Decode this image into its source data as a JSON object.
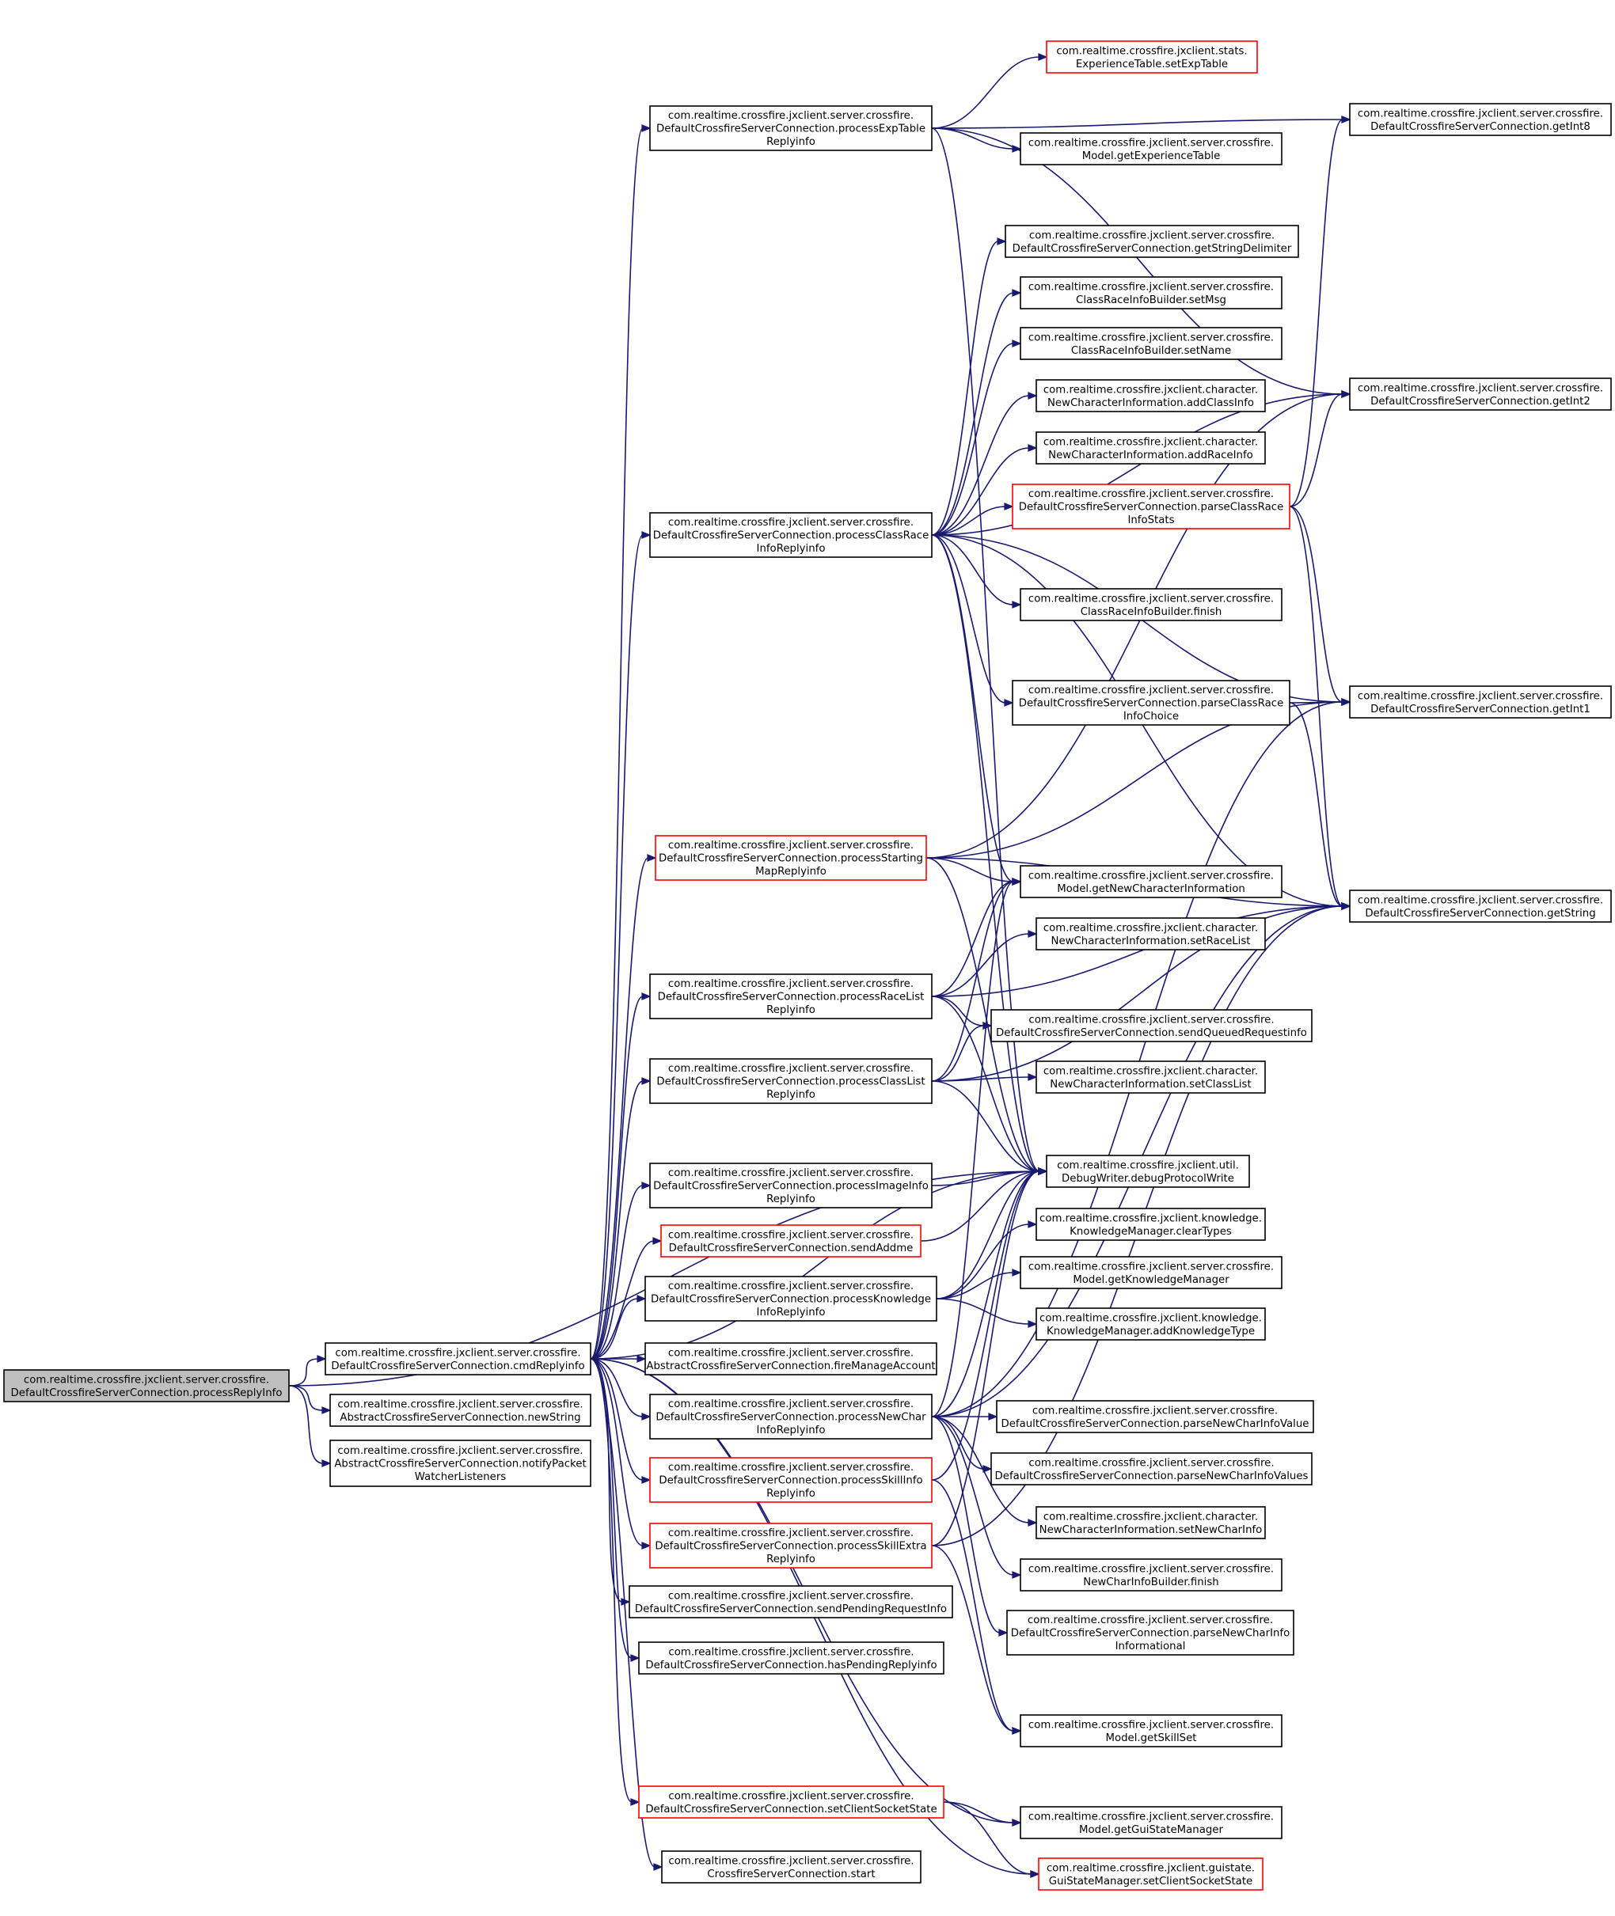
{
  "colors": {
    "edge": "#191970",
    "border_normal": "#000000",
    "border_truncated": "#ff0000",
    "root_fill": "#bfbfbf",
    "node_fill": "#ffffff"
  },
  "nodes": [
    {
      "id": "root",
      "lines": [
        "com.realtime.crossfire.jxclient.server.crossfire.",
        "DefaultCrossfireServerConnection.processReplyInfo"
      ],
      "style": "root"
    },
    {
      "id": "cmd",
      "lines": [
        "com.realtime.crossfire.jxclient.server.crossfire.",
        "DefaultCrossfireServerConnection.cmdReplyinfo"
      ],
      "style": "normal"
    },
    {
      "id": "newString",
      "lines": [
        "com.realtime.crossfire.jxclient.server.crossfire.",
        "AbstractCrossfireServerConnection.newString"
      ],
      "style": "normal"
    },
    {
      "id": "notify",
      "lines": [
        "com.realtime.crossfire.jxclient.server.crossfire.",
        "AbstractCrossfireServerConnection.notifyPacket",
        "WatcherListeners"
      ],
      "style": "normal"
    },
    {
      "id": "pExp",
      "lines": [
        "com.realtime.crossfire.jxclient.server.crossfire.",
        "DefaultCrossfireServerConnection.processExpTable",
        "Replyinfo"
      ],
      "style": "normal"
    },
    {
      "id": "pClassRace",
      "lines": [
        "com.realtime.crossfire.jxclient.server.crossfire.",
        "DefaultCrossfireServerConnection.processClassRace",
        "InfoReplyinfo"
      ],
      "style": "normal"
    },
    {
      "id": "pStarting",
      "lines": [
        "com.realtime.crossfire.jxclient.server.crossfire.",
        "DefaultCrossfireServerConnection.processStarting",
        "MapReplyinfo"
      ],
      "style": "truncated"
    },
    {
      "id": "pRaceList",
      "lines": [
        "com.realtime.crossfire.jxclient.server.crossfire.",
        "DefaultCrossfireServerConnection.processRaceList",
        "Replyinfo"
      ],
      "style": "normal"
    },
    {
      "id": "pClassList",
      "lines": [
        "com.realtime.crossfire.jxclient.server.crossfire.",
        "DefaultCrossfireServerConnection.processClassList",
        "Replyinfo"
      ],
      "style": "normal"
    },
    {
      "id": "pImage",
      "lines": [
        "com.realtime.crossfire.jxclient.server.crossfire.",
        "DefaultCrossfireServerConnection.processImageInfo",
        "Replyinfo"
      ],
      "style": "normal"
    },
    {
      "id": "sendAddme",
      "lines": [
        "com.realtime.crossfire.jxclient.server.crossfire.",
        "DefaultCrossfireServerConnection.sendAddme"
      ],
      "style": "truncated"
    },
    {
      "id": "pKnowledge",
      "lines": [
        "com.realtime.crossfire.jxclient.server.crossfire.",
        "DefaultCrossfireServerConnection.processKnowledge",
        "InfoReplyinfo"
      ],
      "style": "normal"
    },
    {
      "id": "fireManage",
      "lines": [
        "com.realtime.crossfire.jxclient.server.crossfire.",
        "AbstractCrossfireServerConnection.fireManageAccount"
      ],
      "style": "normal"
    },
    {
      "id": "pNewChar",
      "lines": [
        "com.realtime.crossfire.jxclient.server.crossfire.",
        "DefaultCrossfireServerConnection.processNewChar",
        "InfoReplyinfo"
      ],
      "style": "normal"
    },
    {
      "id": "pSkillInfo",
      "lines": [
        "com.realtime.crossfire.jxclient.server.crossfire.",
        "DefaultCrossfireServerConnection.processSkillInfo",
        "Replyinfo"
      ],
      "style": "truncated"
    },
    {
      "id": "pSkillExtra",
      "lines": [
        "com.realtime.crossfire.jxclient.server.crossfire.",
        "DefaultCrossfireServerConnection.processSkillExtra",
        "Replyinfo"
      ],
      "style": "truncated"
    },
    {
      "id": "sendPending",
      "lines": [
        "com.realtime.crossfire.jxclient.server.crossfire.",
        "DefaultCrossfireServerConnection.sendPendingRequestInfo"
      ],
      "style": "normal"
    },
    {
      "id": "hasPending",
      "lines": [
        "com.realtime.crossfire.jxclient.server.crossfire.",
        "DefaultCrossfireServerConnection.hasPendingReplyinfo"
      ],
      "style": "normal"
    },
    {
      "id": "setClientSock",
      "lines": [
        "com.realtime.crossfire.jxclient.server.crossfire.",
        "DefaultCrossfireServerConnection.setClientSocketState"
      ],
      "style": "truncated"
    },
    {
      "id": "start",
      "lines": [
        "com.realtime.crossfire.jxclient.server.crossfire.",
        "CrossfireServerConnection.start"
      ],
      "style": "normal"
    },
    {
      "id": "setExp",
      "lines": [
        "com.realtime.crossfire.jxclient.stats.",
        "ExperienceTable.setExpTable"
      ],
      "style": "truncated"
    },
    {
      "id": "getExpTable",
      "lines": [
        "com.realtime.crossfire.jxclient.server.crossfire.",
        "Model.getExperienceTable"
      ],
      "style": "normal"
    },
    {
      "id": "getStrDelim",
      "lines": [
        "com.realtime.crossfire.jxclient.server.crossfire.",
        "DefaultCrossfireServerConnection.getStringDelimiter"
      ],
      "style": "normal"
    },
    {
      "id": "setMsg",
      "lines": [
        "com.realtime.crossfire.jxclient.server.crossfire.",
        "ClassRaceInfoBuilder.setMsg"
      ],
      "style": "normal"
    },
    {
      "id": "setName",
      "lines": [
        "com.realtime.crossfire.jxclient.server.crossfire.",
        "ClassRaceInfoBuilder.setName"
      ],
      "style": "normal"
    },
    {
      "id": "addClassInfo",
      "lines": [
        "com.realtime.crossfire.jxclient.character.",
        "NewCharacterInformation.addClassInfo"
      ],
      "style": "normal"
    },
    {
      "id": "addRaceInfo",
      "lines": [
        "com.realtime.crossfire.jxclient.character.",
        "NewCharacterInformation.addRaceInfo"
      ],
      "style": "normal"
    },
    {
      "id": "parseCRStats",
      "lines": [
        "com.realtime.crossfire.jxclient.server.crossfire.",
        "DefaultCrossfireServerConnection.parseClassRace",
        "InfoStats"
      ],
      "style": "truncated"
    },
    {
      "id": "crFinish",
      "lines": [
        "com.realtime.crossfire.jxclient.server.crossfire.",
        "ClassRaceInfoBuilder.finish"
      ],
      "style": "normal"
    },
    {
      "id": "parseCRChoice",
      "lines": [
        "com.realtime.crossfire.jxclient.server.crossfire.",
        "DefaultCrossfireServerConnection.parseClassRace",
        "InfoChoice"
      ],
      "style": "normal"
    },
    {
      "id": "getNewCharInfo",
      "lines": [
        "com.realtime.crossfire.jxclient.server.crossfire.",
        "Model.getNewCharacterInformation"
      ],
      "style": "normal"
    },
    {
      "id": "setRaceList",
      "lines": [
        "com.realtime.crossfire.jxclient.character.",
        "NewCharacterInformation.setRaceList"
      ],
      "style": "normal"
    },
    {
      "id": "sendQueued",
      "lines": [
        "com.realtime.crossfire.jxclient.server.crossfire.",
        "DefaultCrossfireServerConnection.sendQueuedRequestinfo"
      ],
      "style": "normal"
    },
    {
      "id": "setClassList",
      "lines": [
        "com.realtime.crossfire.jxclient.character.",
        "NewCharacterInformation.setClassList"
      ],
      "style": "normal"
    },
    {
      "id": "debugWrite",
      "lines": [
        "com.realtime.crossfire.jxclient.util.",
        "DebugWriter.debugProtocolWrite"
      ],
      "style": "normal"
    },
    {
      "id": "clearTypes",
      "lines": [
        "com.realtime.crossfire.jxclient.knowledge.",
        "KnowledgeManager.clearTypes"
      ],
      "style": "normal"
    },
    {
      "id": "getKnowMgr",
      "lines": [
        "com.realtime.crossfire.jxclient.server.crossfire.",
        "Model.getKnowledgeManager"
      ],
      "style": "normal"
    },
    {
      "id": "addKnowType",
      "lines": [
        "com.realtime.crossfire.jxclient.knowledge.",
        "KnowledgeManager.addKnowledgeType"
      ],
      "style": "normal"
    },
    {
      "id": "parseNCValue",
      "lines": [
        "com.realtime.crossfire.jxclient.server.crossfire.",
        "DefaultCrossfireServerConnection.parseNewCharInfoValue"
      ],
      "style": "normal"
    },
    {
      "id": "parseNCValues",
      "lines": [
        "com.realtime.crossfire.jxclient.server.crossfire.",
        "DefaultCrossfireServerConnection.parseNewCharInfoValues"
      ],
      "style": "normal"
    },
    {
      "id": "setNewCharInfo",
      "lines": [
        "com.realtime.crossfire.jxclient.character.",
        "NewCharacterInformation.setNewCharInfo"
      ],
      "style": "normal"
    },
    {
      "id": "ncFinish",
      "lines": [
        "com.realtime.crossfire.jxclient.server.crossfire.",
        "NewCharInfoBuilder.finish"
      ],
      "style": "normal"
    },
    {
      "id": "parseNCInfo",
      "lines": [
        "com.realtime.crossfire.jxclient.server.crossfire.",
        "DefaultCrossfireServerConnection.parseNewCharInfo",
        "Informational"
      ],
      "style": "normal"
    },
    {
      "id": "getSkillSet",
      "lines": [
        "com.realtime.crossfire.jxclient.server.crossfire.",
        "Model.getSkillSet"
      ],
      "style": "normal"
    },
    {
      "id": "getGuiState",
      "lines": [
        "com.realtime.crossfire.jxclient.server.crossfire.",
        "Model.getGuiStateManager"
      ],
      "style": "normal"
    },
    {
      "id": "guiSetClient",
      "lines": [
        "com.realtime.crossfire.jxclient.guistate.",
        "GuiStateManager.setClientSocketState"
      ],
      "style": "truncated"
    },
    {
      "id": "getInt8",
      "lines": [
        "com.realtime.crossfire.jxclient.server.crossfire.",
        "DefaultCrossfireServerConnection.getInt8"
      ],
      "style": "normal"
    },
    {
      "id": "getInt2",
      "lines": [
        "com.realtime.crossfire.jxclient.server.crossfire.",
        "DefaultCrossfireServerConnection.getInt2"
      ],
      "style": "normal"
    },
    {
      "id": "getInt1",
      "lines": [
        "com.realtime.crossfire.jxclient.server.crossfire.",
        "DefaultCrossfireServerConnection.getInt1"
      ],
      "style": "normal"
    },
    {
      "id": "getString",
      "lines": [
        "com.realtime.crossfire.jxclient.server.crossfire.",
        "DefaultCrossfireServerConnection.getString"
      ],
      "style": "normal"
    }
  ],
  "edges": [
    [
      "root",
      "cmd"
    ],
    [
      "root",
      "newString"
    ],
    [
      "root",
      "notify"
    ],
    [
      "root",
      "debugWrite"
    ],
    [
      "cmd",
      "pExp"
    ],
    [
      "cmd",
      "pClassRace"
    ],
    [
      "cmd",
      "pStarting"
    ],
    [
      "cmd",
      "pRaceList"
    ],
    [
      "cmd",
      "pClassList"
    ],
    [
      "cmd",
      "debugWrite"
    ],
    [
      "cmd",
      "pImage"
    ],
    [
      "cmd",
      "sendAddme"
    ],
    [
      "cmd",
      "pKnowledge"
    ],
    [
      "cmd",
      "fireManage"
    ],
    [
      "cmd",
      "pNewChar"
    ],
    [
      "cmd",
      "pSkillInfo"
    ],
    [
      "cmd",
      "pSkillExtra"
    ],
    [
      "cmd",
      "sendPending"
    ],
    [
      "cmd",
      "hasPending"
    ],
    [
      "cmd",
      "getGuiState"
    ],
    [
      "cmd",
      "setClientSock"
    ],
    [
      "cmd",
      "guiSetClient"
    ],
    [
      "cmd",
      "start"
    ],
    [
      "pExp",
      "setExp"
    ],
    [
      "pExp",
      "getInt8"
    ],
    [
      "pExp",
      "getInt2"
    ],
    [
      "pExp",
      "getExpTable"
    ],
    [
      "pExp",
      "debugWrite"
    ],
    [
      "pClassRace",
      "getInt2"
    ],
    [
      "pClassRace",
      "getStrDelim"
    ],
    [
      "pClassRace",
      "setMsg"
    ],
    [
      "pClassRace",
      "setName"
    ],
    [
      "pClassRace",
      "addClassInfo"
    ],
    [
      "pClassRace",
      "addRaceInfo"
    ],
    [
      "pClassRace",
      "parseCRStats"
    ],
    [
      "pClassRace",
      "getInt1"
    ],
    [
      "pClassRace",
      "crFinish"
    ],
    [
      "pClassRace",
      "parseCRChoice"
    ],
    [
      "pClassRace",
      "getString"
    ],
    [
      "pClassRace",
      "getNewCharInfo"
    ],
    [
      "pClassRace",
      "debugWrite"
    ],
    [
      "parseCRStats",
      "getInt8"
    ],
    [
      "parseCRStats",
      "getInt2"
    ],
    [
      "parseCRStats",
      "getInt1"
    ],
    [
      "parseCRStats",
      "getString"
    ],
    [
      "parseCRChoice",
      "getInt1"
    ],
    [
      "parseCRChoice",
      "getString"
    ],
    [
      "pStarting",
      "getInt2"
    ],
    [
      "pStarting",
      "getInt1"
    ],
    [
      "pStarting",
      "getString"
    ],
    [
      "pStarting",
      "getNewCharInfo"
    ],
    [
      "pStarting",
      "debugWrite"
    ],
    [
      "pRaceList",
      "getNewCharInfo"
    ],
    [
      "pRaceList",
      "setRaceList"
    ],
    [
      "pRaceList",
      "getString"
    ],
    [
      "pRaceList",
      "sendQueued"
    ],
    [
      "pRaceList",
      "debugWrite"
    ],
    [
      "pClassList",
      "getNewCharInfo"
    ],
    [
      "pClassList",
      "sendQueued"
    ],
    [
      "pClassList",
      "setClassList"
    ],
    [
      "pClassList",
      "getString"
    ],
    [
      "pClassList",
      "debugWrite"
    ],
    [
      "pImage",
      "debugWrite"
    ],
    [
      "sendAddme",
      "debugWrite"
    ],
    [
      "pKnowledge",
      "debugWrite"
    ],
    [
      "pKnowledge",
      "clearTypes"
    ],
    [
      "pKnowledge",
      "getKnowMgr"
    ],
    [
      "pKnowledge",
      "addKnowType"
    ],
    [
      "pNewChar",
      "getNewCharInfo"
    ],
    [
      "pNewChar",
      "debugWrite"
    ],
    [
      "pNewChar",
      "getInt1"
    ],
    [
      "pNewChar",
      "getString"
    ],
    [
      "pNewChar",
      "parseNCValue"
    ],
    [
      "pNewChar",
      "parseNCValues"
    ],
    [
      "pNewChar",
      "setNewCharInfo"
    ],
    [
      "pNewChar",
      "ncFinish"
    ],
    [
      "pNewChar",
      "parseNCInfo"
    ],
    [
      "pSkillInfo",
      "debugWrite"
    ],
    [
      "pSkillInfo",
      "getSkillSet"
    ],
    [
      "pSkillExtra",
      "debugWrite"
    ],
    [
      "pSkillExtra",
      "getSkillSet"
    ],
    [
      "pSkillExtra",
      "getString"
    ],
    [
      "setClientSock",
      "getGuiState"
    ],
    [
      "setClientSock",
      "guiSetClient"
    ]
  ]
}
